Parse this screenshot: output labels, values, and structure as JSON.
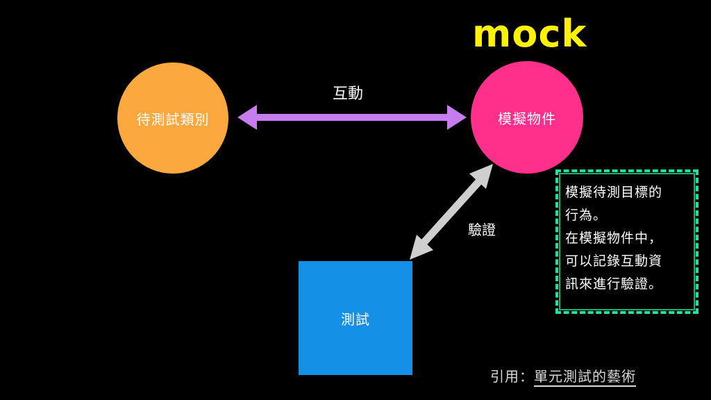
{
  "diagram": {
    "title": "mock",
    "nodes": {
      "class_under_test": "待測試類別",
      "mock_object": "模擬物件",
      "test": "測試"
    },
    "edges": {
      "interaction": "互動",
      "verification": "驗證"
    },
    "note": {
      "lines": [
        "模擬待測目標的",
        "行為。",
        "在模擬物件中，",
        "可以記錄互動資",
        "訊來進行驗證。"
      ]
    },
    "citation": {
      "prefix": "引用：",
      "source": "單元測試的藝術"
    }
  },
  "colors": {
    "background": "#000000",
    "class_under_test": "#FBA83F",
    "mock_object": "#FF2F8C",
    "test": "#1490E6",
    "title": "#FFF200",
    "interaction_arrow": "#C77DF0",
    "verification_arrow": "#CFCFCF",
    "note_border": "#25E09A"
  }
}
